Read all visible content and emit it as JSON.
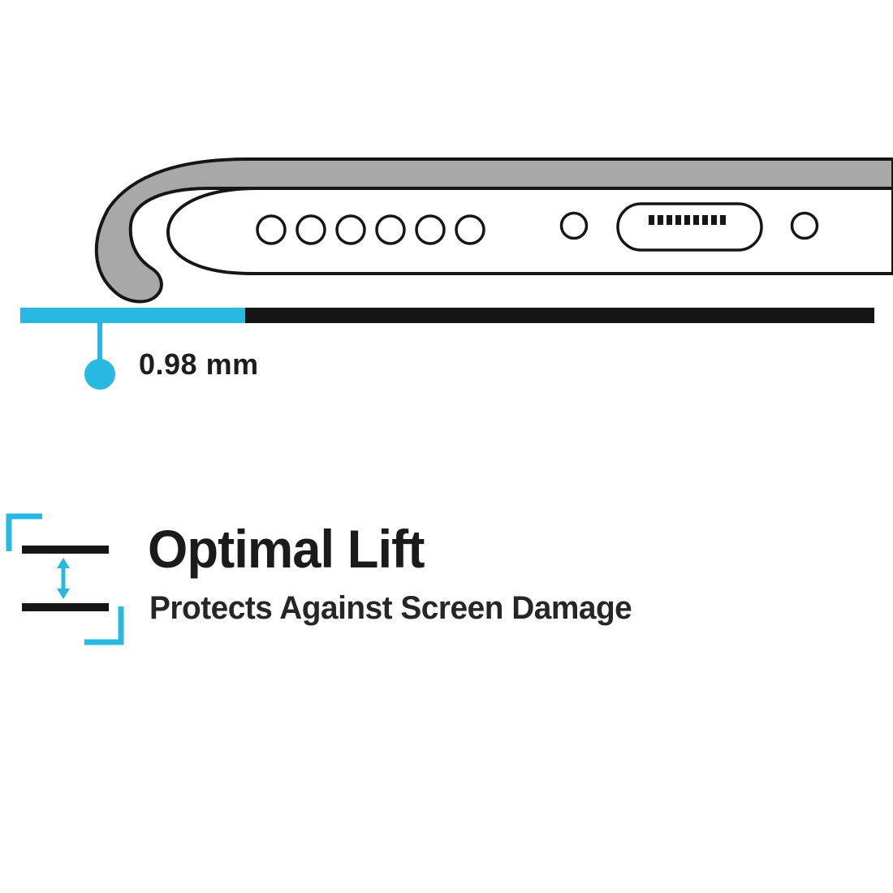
{
  "colors": {
    "accent_cyan": "#29b8e2",
    "ink_black": "#1c1c1c",
    "case_gray": "#a8a8a8",
    "background": "#ffffff"
  },
  "diagram": {
    "measurement_label": "0.98 mm",
    "phone": {
      "speaker_hole_count": 6,
      "screw_count": 2,
      "port": "charging-port"
    },
    "icons": {
      "lift_icon": "double-vertical-arrow-between-surfaces"
    }
  },
  "feature": {
    "title": "Optimal Lift",
    "subtitle": "Protects Against Screen Damage"
  }
}
